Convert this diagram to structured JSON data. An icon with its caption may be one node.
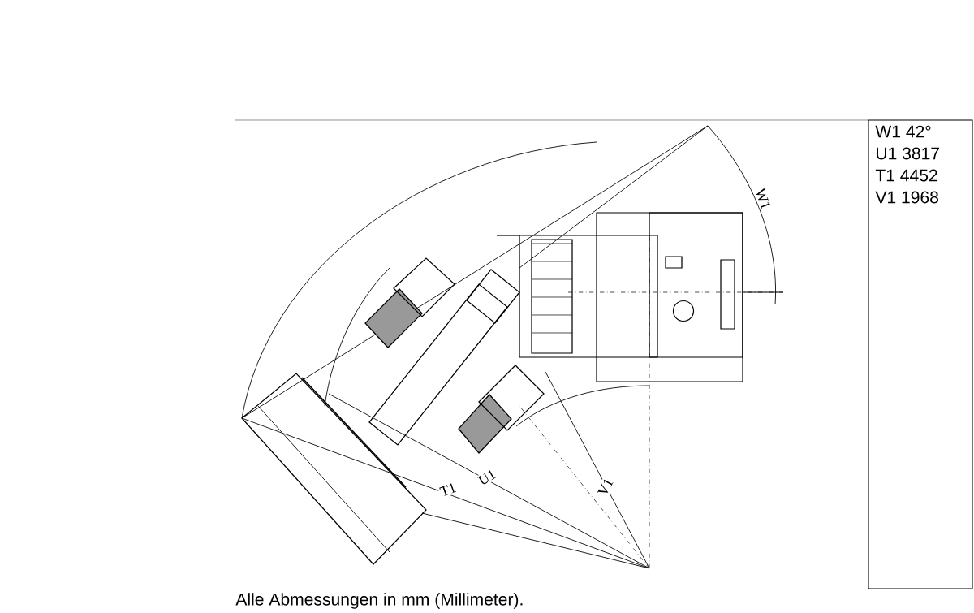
{
  "diagram": {
    "caption": "Alle Abmessungen in mm (Millimeter).",
    "labels": [
      "W1",
      "U1",
      "T1",
      "V1",
      "W1 42°",
      "U1 3817",
      "T1 4452",
      "V1 1968"
    ]
  }
}
